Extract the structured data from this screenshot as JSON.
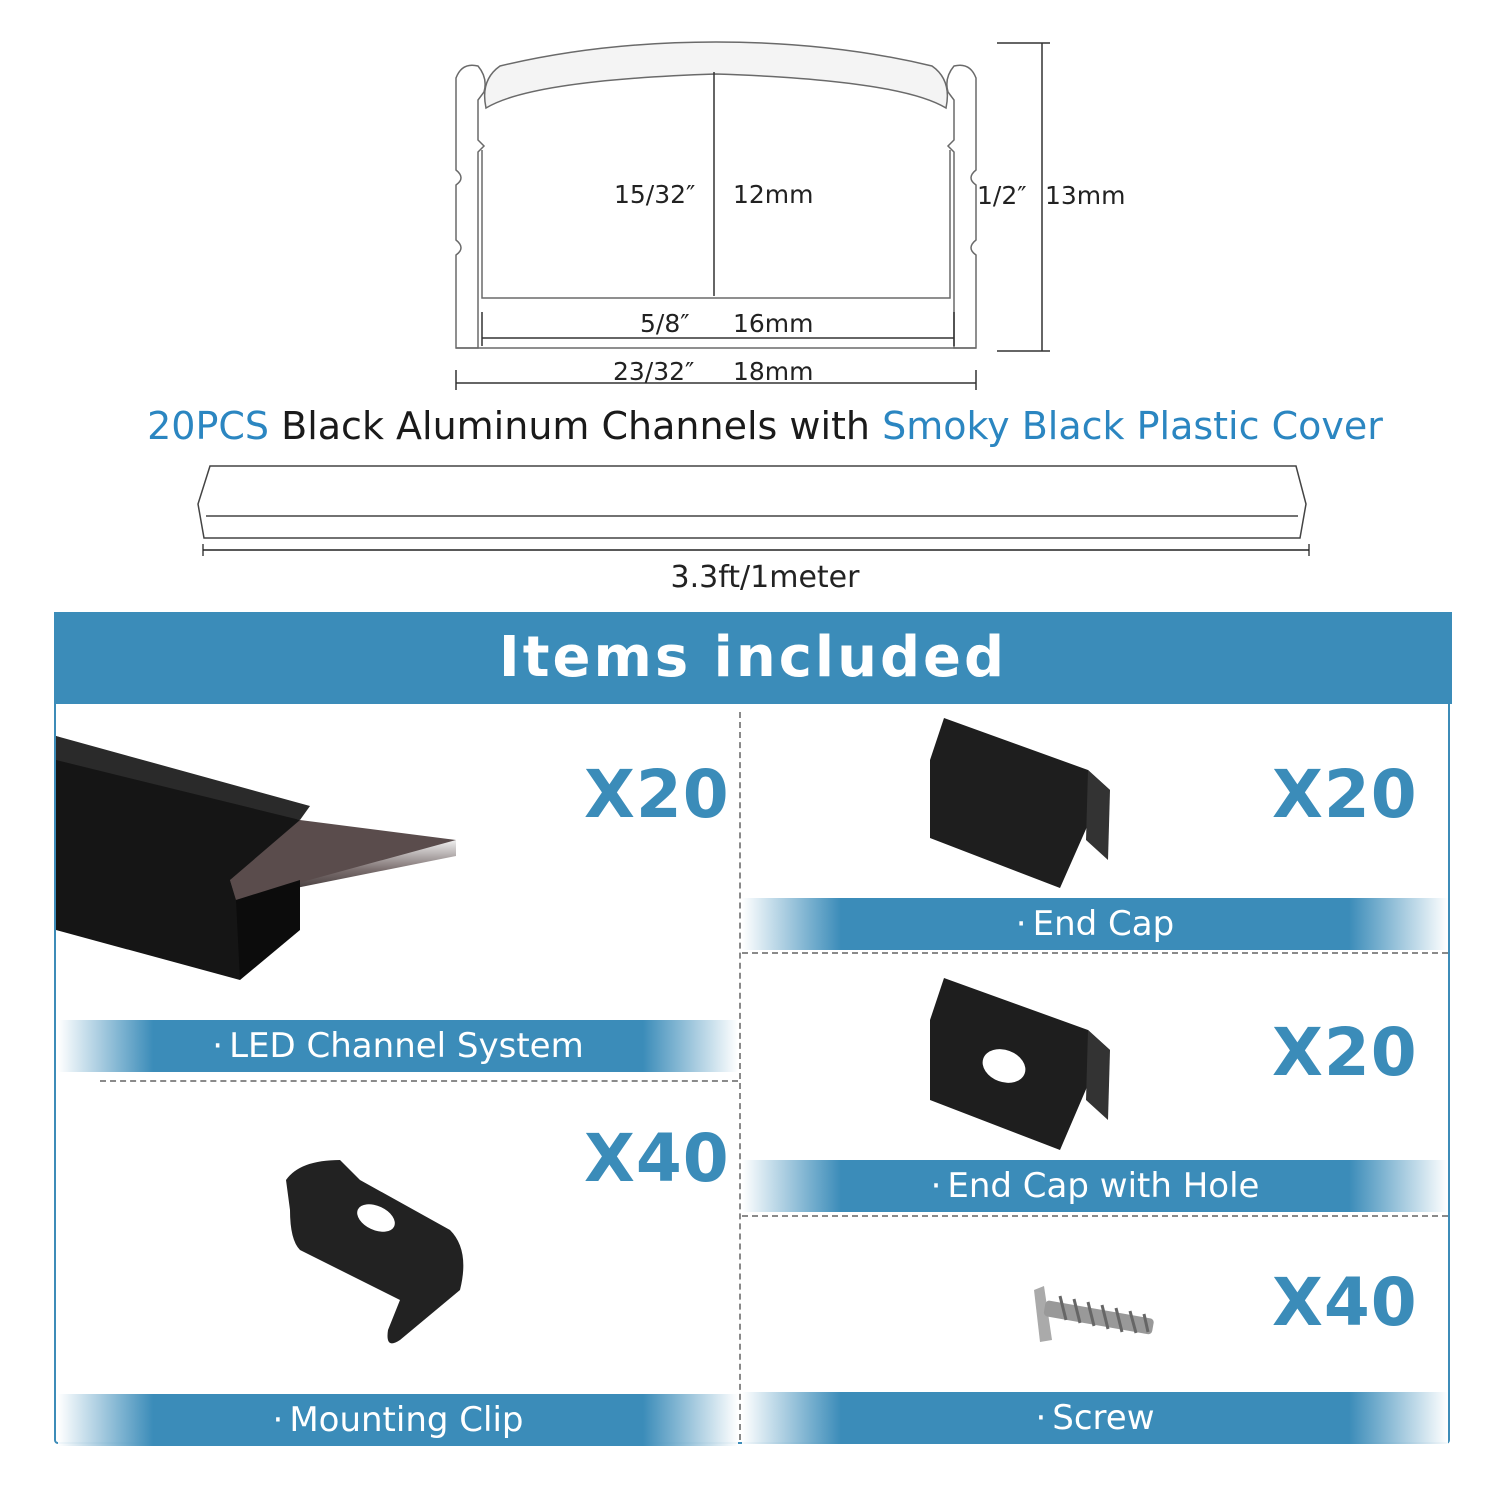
{
  "dimensions": {
    "inner_height_in": "15/32″",
    "inner_height_mm": "12mm",
    "outer_height_in": "1/2″",
    "outer_height_mm": "13mm",
    "inner_width_in": "5/8″",
    "inner_width_mm": "16mm",
    "outer_width_in": "23/32″",
    "outer_width_mm": "18mm",
    "length": "3.3ft/1meter"
  },
  "headline": {
    "count": "20PCS",
    "middle": " Black Aluminum Channels with ",
    "cover": "Smoky Black Plastic Cover"
  },
  "items_header": "Items included",
  "items": [
    {
      "name": "LED Channel System",
      "qty": "X20"
    },
    {
      "name": "Mounting Clip",
      "qty": "X40"
    },
    {
      "name": "End Cap",
      "qty": "X20"
    },
    {
      "name": "End Cap with Hole",
      "qty": "X20"
    },
    {
      "name": "Screw",
      "qty": "X40"
    }
  ],
  "bullet": "·",
  "colors": {
    "accent": "#2b86c1",
    "header_bg": "#3b8cb9",
    "part_black": "#1c1c1c"
  },
  "icons": [
    "channel-profile-diagram",
    "channel-bar-diagram",
    "led-channel-icon",
    "mounting-clip-icon",
    "end-cap-icon",
    "end-cap-with-hole-icon",
    "screw-icon"
  ]
}
